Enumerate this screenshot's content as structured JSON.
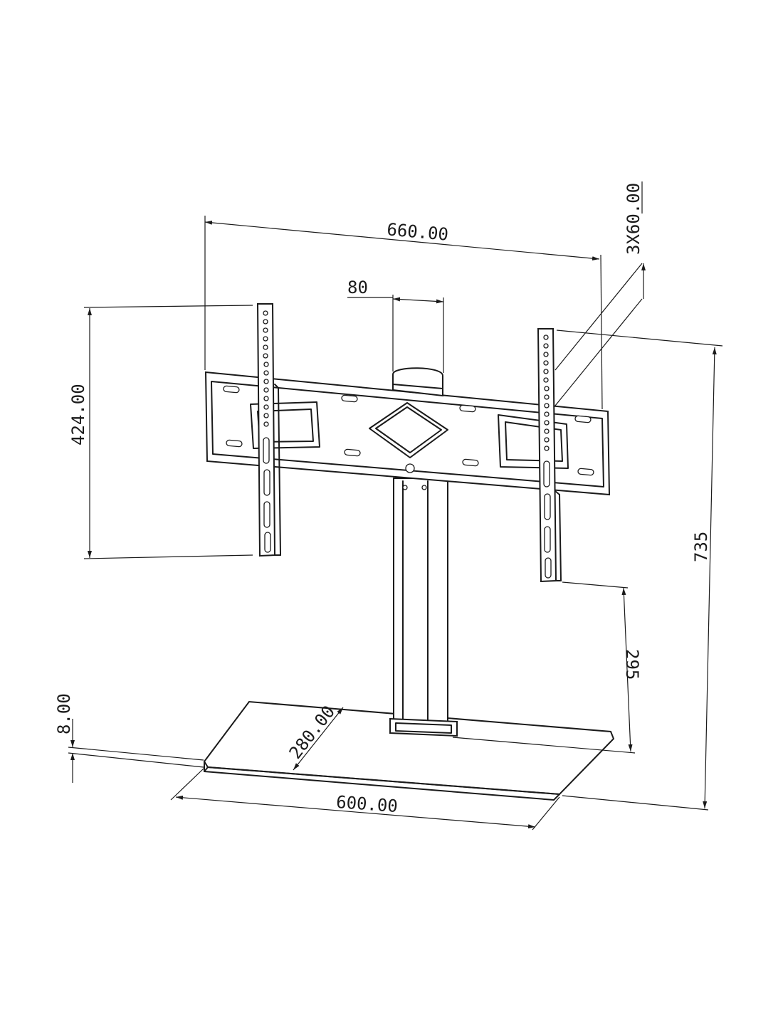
{
  "dimensions": {
    "overall_width": "660.00",
    "column_width": "80",
    "hole_spacing": "3X60.00",
    "bracket_height": "424.00",
    "total_height": "735",
    "bracket_to_base": "295",
    "base_thickness": "8.00",
    "base_depth": "280.00",
    "base_width": "600.00"
  }
}
